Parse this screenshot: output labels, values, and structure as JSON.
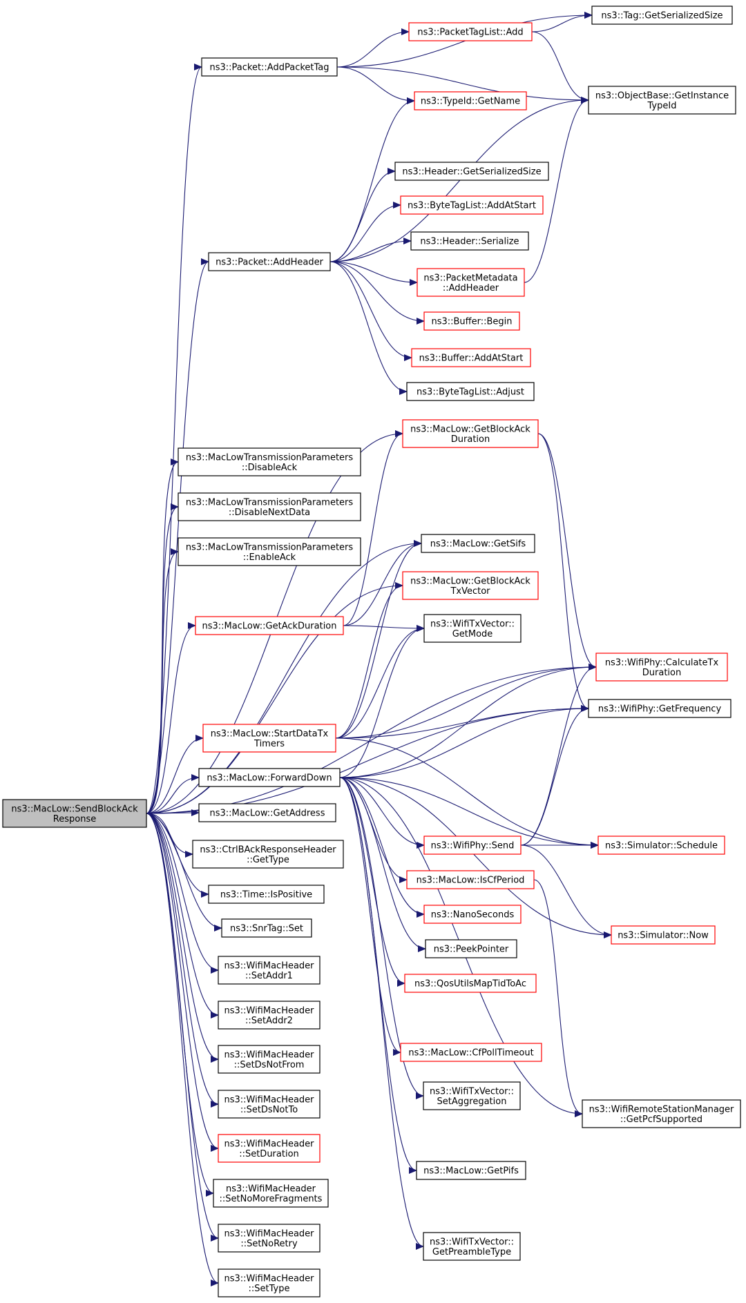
{
  "diagram": {
    "colors": {
      "edge": "#191970",
      "red_border": "#ff0000",
      "black_border": "#000000",
      "root_fill": "#bfbfbf"
    },
    "nodes": [
      {
        "id": "root",
        "lines": [
          "ns3::MacLow::SendBlockAck",
          "Response"
        ],
        "border": "root"
      },
      {
        "id": "addPacketTag",
        "lines": [
          "ns3::Packet::AddPacketTag"
        ],
        "border": "black"
      },
      {
        "id": "packetTagListAdd",
        "lines": [
          "ns3::PacketTagList::Add"
        ],
        "border": "red"
      },
      {
        "id": "tagGetSerializedSize",
        "lines": [
          "ns3::Tag::GetSerializedSize"
        ],
        "border": "black"
      },
      {
        "id": "objectBaseGetInstanceTypeId",
        "lines": [
          "ns3::ObjectBase::GetInstance",
          "TypeId"
        ],
        "border": "black"
      },
      {
        "id": "typeIdGetName",
        "lines": [
          "ns3::TypeId::GetName"
        ],
        "border": "red"
      },
      {
        "id": "headerGetSerializedSize",
        "lines": [
          "ns3::Header::GetSerializedSize"
        ],
        "border": "black"
      },
      {
        "id": "byteTagListAddAtStart",
        "lines": [
          "ns3::ByteTagList::AddAtStart"
        ],
        "border": "red"
      },
      {
        "id": "headerSerialize",
        "lines": [
          "ns3::Header::Serialize"
        ],
        "border": "black"
      },
      {
        "id": "packetAddHeader",
        "lines": [
          "ns3::Packet::AddHeader"
        ],
        "border": "black"
      },
      {
        "id": "packetMetadataAddHeader",
        "lines": [
          "ns3::PacketMetadata",
          "::AddHeader"
        ],
        "border": "red"
      },
      {
        "id": "bufferBegin",
        "lines": [
          "ns3::Buffer::Begin"
        ],
        "border": "red"
      },
      {
        "id": "bufferAddAtStart",
        "lines": [
          "ns3::Buffer::AddAtStart"
        ],
        "border": "red"
      },
      {
        "id": "byteTagListAdjust",
        "lines": [
          "ns3::ByteTagList::Adjust"
        ],
        "border": "black"
      },
      {
        "id": "getBlockAckDuration",
        "lines": [
          "ns3::MacLow::GetBlockAck",
          "Duration"
        ],
        "border": "red"
      },
      {
        "id": "disableAck",
        "lines": [
          "ns3::MacLowTransmissionParameters",
          "::DisableAck"
        ],
        "border": "black"
      },
      {
        "id": "disableNextData",
        "lines": [
          "ns3::MacLowTransmissionParameters",
          "::DisableNextData"
        ],
        "border": "black"
      },
      {
        "id": "getSifs",
        "lines": [
          "ns3::MacLow::GetSifs"
        ],
        "border": "black"
      },
      {
        "id": "enableAck",
        "lines": [
          "ns3::MacLowTransmissionParameters",
          "::EnableAck"
        ],
        "border": "black"
      },
      {
        "id": "getBlockAckTxVector",
        "lines": [
          "ns3::MacLow::GetBlockAck",
          "TxVector"
        ],
        "border": "red"
      },
      {
        "id": "getAckDuration",
        "lines": [
          "ns3::MacLow::GetAckDuration"
        ],
        "border": "red"
      },
      {
        "id": "wifiTxVectorGetMode",
        "lines": [
          "ns3::WifiTxVector::",
          "GetMode"
        ],
        "border": "black"
      },
      {
        "id": "calculateTxDuration",
        "lines": [
          "ns3::WifiPhy::CalculateTx",
          "Duration"
        ],
        "border": "red"
      },
      {
        "id": "getFrequency",
        "lines": [
          "ns3::WifiPhy::GetFrequency"
        ],
        "border": "black"
      },
      {
        "id": "startDataTxTimers",
        "lines": [
          "ns3::MacLow::StartDataTx",
          "Timers"
        ],
        "border": "red"
      },
      {
        "id": "forwardDown",
        "lines": [
          "ns3::MacLow::ForwardDown"
        ],
        "border": "black"
      },
      {
        "id": "getAddress",
        "lines": [
          "ns3::MacLow::GetAddress"
        ],
        "border": "black"
      },
      {
        "id": "wifiPhySend",
        "lines": [
          "ns3::WifiPhy::Send"
        ],
        "border": "red"
      },
      {
        "id": "simulatorSchedule",
        "lines": [
          "ns3::Simulator::Schedule"
        ],
        "border": "red"
      },
      {
        "id": "ctrlBAckGetType",
        "lines": [
          "ns3::CtrlBAckResponseHeader",
          "::GetType"
        ],
        "border": "black"
      },
      {
        "id": "isCfPeriod",
        "lines": [
          "ns3::MacLow::IsCfPeriod"
        ],
        "border": "red"
      },
      {
        "id": "timeIsPositive",
        "lines": [
          "ns3::Time::IsPositive"
        ],
        "border": "black"
      },
      {
        "id": "nanoSeconds",
        "lines": [
          "ns3::NanoSeconds"
        ],
        "border": "red"
      },
      {
        "id": "simulatorNow",
        "lines": [
          "ns3::Simulator::Now"
        ],
        "border": "red"
      },
      {
        "id": "snrTagSet",
        "lines": [
          "ns3::SnrTag::Set"
        ],
        "border": "black"
      },
      {
        "id": "peekPointer",
        "lines": [
          "ns3::PeekPointer"
        ],
        "border": "black"
      },
      {
        "id": "setAddr1",
        "lines": [
          "ns3::WifiMacHeader",
          "::SetAddr1"
        ],
        "border": "black"
      },
      {
        "id": "qosUtilsMapTidToAc",
        "lines": [
          "ns3::QosUtilsMapTidToAc"
        ],
        "border": "red"
      },
      {
        "id": "setAddr2",
        "lines": [
          "ns3::WifiMacHeader",
          "::SetAddr2"
        ],
        "border": "black"
      },
      {
        "id": "cfPollTimeout",
        "lines": [
          "ns3::MacLow::CfPollTimeout"
        ],
        "border": "red"
      },
      {
        "id": "setDsNotFrom",
        "lines": [
          "ns3::WifiMacHeader",
          "::SetDsNotFrom"
        ],
        "border": "black"
      },
      {
        "id": "getPcfSupported",
        "lines": [
          "ns3::WifiRemoteStationManager",
          "::GetPcfSupported"
        ],
        "border": "black"
      },
      {
        "id": "setAggregation",
        "lines": [
          "ns3::WifiTxVector::",
          "SetAggregation"
        ],
        "border": "black"
      },
      {
        "id": "setDsNotTo",
        "lines": [
          "ns3::WifiMacHeader",
          "::SetDsNotTo"
        ],
        "border": "black"
      },
      {
        "id": "setDuration",
        "lines": [
          "ns3::WifiMacHeader",
          "::SetDuration"
        ],
        "border": "red"
      },
      {
        "id": "getPifs",
        "lines": [
          "ns3::MacLow::GetPifs"
        ],
        "border": "black"
      },
      {
        "id": "setNoMoreFragments",
        "lines": [
          "ns3::WifiMacHeader",
          "::SetNoMoreFragments"
        ],
        "border": "black"
      },
      {
        "id": "setNoRetry",
        "lines": [
          "ns3::WifiMacHeader",
          "::SetNoRetry"
        ],
        "border": "black"
      },
      {
        "id": "getPreambleType",
        "lines": [
          "ns3::WifiTxVector::",
          "GetPreambleType"
        ],
        "border": "black"
      },
      {
        "id": "setType",
        "lines": [
          "ns3::WifiMacHeader",
          "::SetType"
        ],
        "border": "black"
      }
    ],
    "edges": [
      [
        "root",
        "addPacketTag"
      ],
      [
        "root",
        "packetAddHeader"
      ],
      [
        "root",
        "disableAck"
      ],
      [
        "root",
        "disableNextData"
      ],
      [
        "root",
        "enableAck"
      ],
      [
        "root",
        "getAckDuration"
      ],
      [
        "root",
        "startDataTxTimers"
      ],
      [
        "root",
        "forwardDown"
      ],
      [
        "root",
        "getAddress"
      ],
      [
        "root",
        "ctrlBAckGetType"
      ],
      [
        "root",
        "timeIsPositive"
      ],
      [
        "root",
        "snrTagSet"
      ],
      [
        "root",
        "setAddr1"
      ],
      [
        "root",
        "setAddr2"
      ],
      [
        "root",
        "setDsNotFrom"
      ],
      [
        "root",
        "setDsNotTo"
      ],
      [
        "root",
        "setDuration"
      ],
      [
        "root",
        "setNoMoreFragments"
      ],
      [
        "root",
        "setNoRetry"
      ],
      [
        "root",
        "setType"
      ],
      [
        "root",
        "getBlockAckDuration"
      ],
      [
        "root",
        "getSifs"
      ],
      [
        "root",
        "getBlockAckTxVector"
      ],
      [
        "root",
        "getFrequency"
      ],
      [
        "root",
        "calculateTxDuration"
      ],
      [
        "addPacketTag",
        "packetTagListAdd"
      ],
      [
        "addPacketTag",
        "tagGetSerializedSize"
      ],
      [
        "addPacketTag",
        "objectBaseGetInstanceTypeId"
      ],
      [
        "addPacketTag",
        "typeIdGetName"
      ],
      [
        "packetTagListAdd",
        "tagGetSerializedSize"
      ],
      [
        "packetTagListAdd",
        "objectBaseGetInstanceTypeId"
      ],
      [
        "packetAddHeader",
        "typeIdGetName"
      ],
      [
        "packetAddHeader",
        "objectBaseGetInstanceTypeId"
      ],
      [
        "packetAddHeader",
        "headerGetSerializedSize"
      ],
      [
        "packetAddHeader",
        "byteTagListAddAtStart"
      ],
      [
        "packetAddHeader",
        "headerSerialize"
      ],
      [
        "packetAddHeader",
        "packetMetadataAddHeader"
      ],
      [
        "packetAddHeader",
        "bufferBegin"
      ],
      [
        "packetAddHeader",
        "bufferAddAtStart"
      ],
      [
        "packetAddHeader",
        "byteTagListAdjust"
      ],
      [
        "packetMetadataAddHeader",
        "objectBaseGetInstanceTypeId"
      ],
      [
        "getBlockAckDuration",
        "calculateTxDuration"
      ],
      [
        "getBlockAckDuration",
        "getFrequency"
      ],
      [
        "getAckDuration",
        "getBlockAckDuration"
      ],
      [
        "getAckDuration",
        "getSifs"
      ],
      [
        "getAckDuration",
        "wifiTxVectorGetMode"
      ],
      [
        "startDataTxTimers",
        "getSifs"
      ],
      [
        "startDataTxTimers",
        "getBlockAckTxVector"
      ],
      [
        "startDataTxTimers",
        "wifiTxVectorGetMode"
      ],
      [
        "startDataTxTimers",
        "calculateTxDuration"
      ],
      [
        "startDataTxTimers",
        "getFrequency"
      ],
      [
        "startDataTxTimers",
        "simulatorSchedule"
      ],
      [
        "forwardDown",
        "wifiTxVectorGetMode"
      ],
      [
        "forwardDown",
        "getFrequency"
      ],
      [
        "forwardDown",
        "calculateTxDuration"
      ],
      [
        "forwardDown",
        "wifiPhySend"
      ],
      [
        "forwardDown",
        "isCfPeriod"
      ],
      [
        "forwardDown",
        "nanoSeconds"
      ],
      [
        "forwardDown",
        "peekPointer"
      ],
      [
        "forwardDown",
        "qosUtilsMapTidToAc"
      ],
      [
        "forwardDown",
        "simulatorSchedule"
      ],
      [
        "forwardDown",
        "cfPollTimeout"
      ],
      [
        "forwardDown",
        "setAggregation"
      ],
      [
        "forwardDown",
        "getPcfSupported"
      ],
      [
        "forwardDown",
        "getPifs"
      ],
      [
        "forwardDown",
        "simulatorNow"
      ],
      [
        "forwardDown",
        "getPreambleType"
      ],
      [
        "wifiPhySend",
        "calculateTxDuration"
      ],
      [
        "wifiPhySend",
        "getFrequency"
      ],
      [
        "wifiPhySend",
        "simulatorSchedule"
      ],
      [
        "wifiPhySend",
        "simulatorNow"
      ],
      [
        "isCfPeriod",
        "getPcfSupported"
      ]
    ]
  }
}
